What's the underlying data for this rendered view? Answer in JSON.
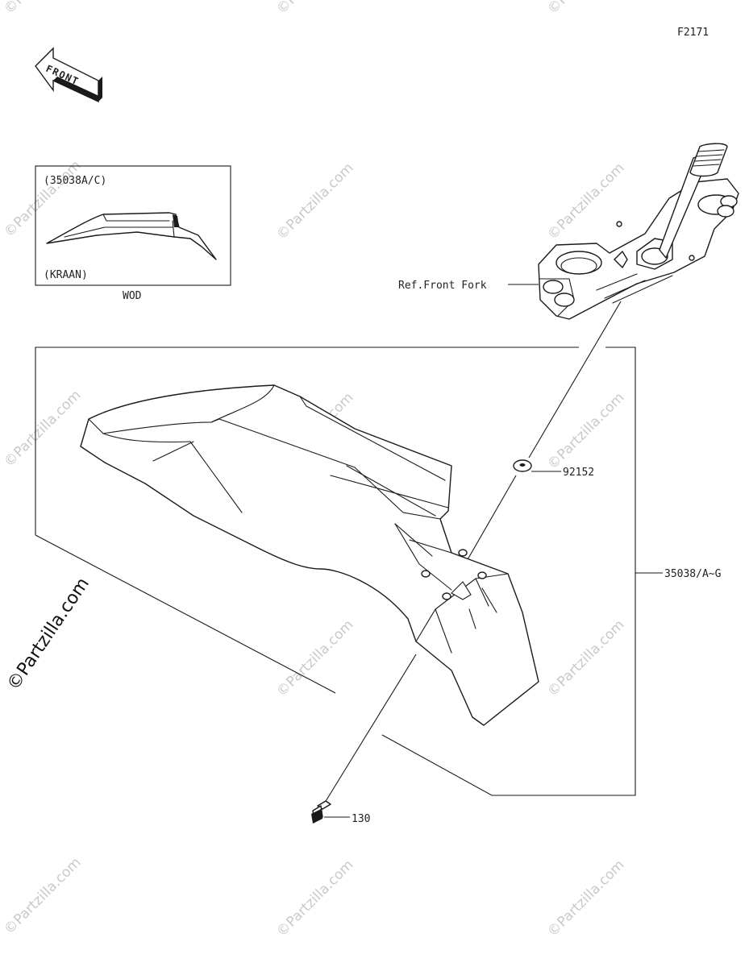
{
  "diagram_code": "F2171",
  "front_arrow": {
    "label": "FRONT"
  },
  "inset": {
    "top_label": "(35038A/C)",
    "bottom_label": "(KRAAN)",
    "caption": "WOD"
  },
  "callouts": {
    "ref_front_fork": "Ref.Front Fork",
    "washer": "92152",
    "fender": "35038/A~G",
    "bolt": "130"
  },
  "watermark": {
    "small_text": "©Partzilla.com",
    "large_text": "©Partzilla.com"
  }
}
